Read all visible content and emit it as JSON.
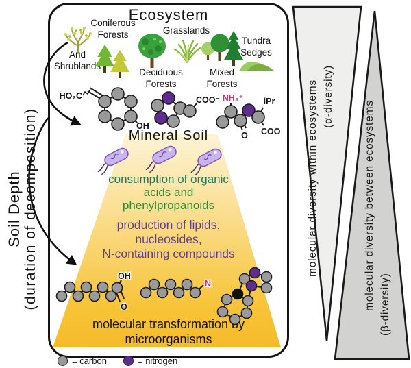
{
  "panel": {
    "title": "Ecosystem",
    "mineral_soil": "Mineral Soil",
    "ecosystems": [
      {
        "id": "arid-shrublands",
        "lines": [
          "Arid",
          "Shrublands"
        ]
      },
      {
        "id": "coniferous-forests",
        "lines": [
          "Coniferous",
          "Forests"
        ]
      },
      {
        "id": "grasslands",
        "lines": [
          "Grasslands"
        ]
      },
      {
        "id": "deciduous-forests",
        "lines": [
          "Deciduous",
          "Forests"
        ]
      },
      {
        "id": "mixed-forests",
        "lines": [
          "Mixed",
          "Forests"
        ]
      },
      {
        "id": "tundra-sedges",
        "lines": [
          "Tundra",
          "Sedges"
        ]
      }
    ],
    "consumption": [
      "consumption of organic",
      "acids and",
      "phenylpropanoids"
    ],
    "production": [
      "production of lipids,",
      "nucleosides,",
      "N-containing compounds"
    ],
    "transformation": [
      "molecular transformation by",
      "microorganisms"
    ]
  },
  "left_axis": {
    "line1": "Soil Depth",
    "line2": "(duration of decomposition)"
  },
  "right_indicators": {
    "alpha": {
      "line1": "molecular diversity within ecosystems",
      "line2": "(α-diversity)"
    },
    "beta": {
      "line1": "molecular diversity between ecosystems",
      "line2": "(β-diversity)"
    }
  },
  "molecules": {
    "phenylpropanoid": {
      "acid": "HO₂C",
      "oh": "OH"
    },
    "heterocycle": {
      "coo": "COO⁻"
    },
    "amino_acid": {
      "nh3": "NH₃⁺",
      "ipr": "iPr",
      "coo": "COO⁻",
      "o": "O"
    },
    "lipid": {
      "oh": "OH",
      "o": "O"
    },
    "amine": {
      "n": "N"
    }
  },
  "legend": {
    "carbon": "= carbon",
    "nitrogen": "= nitrogen"
  },
  "colors": {
    "funnel_top": "#fdf4d8",
    "funnel_bottom": "#f5ba27",
    "consumption_text": "#2b8a33",
    "production_text": "#5c3e99",
    "carbon_atom": "#9a9a9a",
    "nitrogen_atom": "#5f2d8f",
    "nh3_label": "#c2356e",
    "bacteria_fill": "#cbb5ee",
    "bacteria_stroke": "#7b5cc0",
    "alpha_triangle_fill": "#efefed",
    "beta_triangle_fill": "#d2d2d0"
  }
}
